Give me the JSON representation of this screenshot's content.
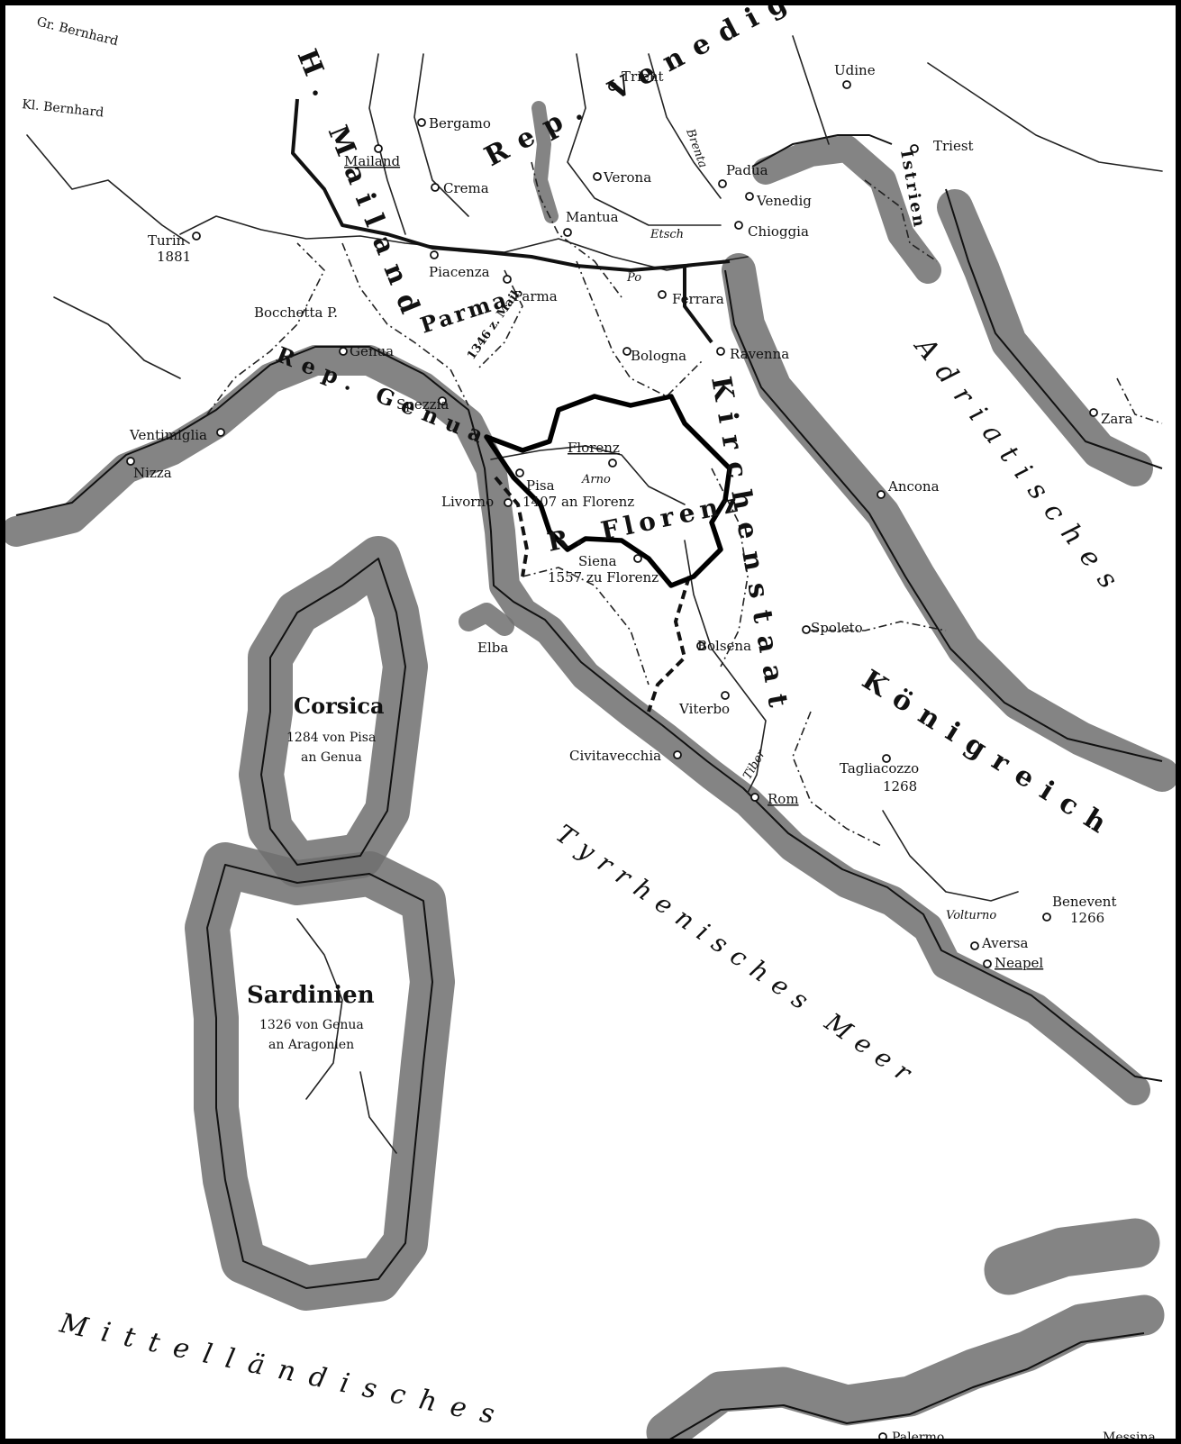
{
  "map": {
    "labels": {
      "gr_bernhard": "Gr. Bernhard",
      "kl_bernhard": "Kl. Bernhard",
      "trient": "Trient",
      "udine": "Udine",
      "triest": "Triest",
      "istrien": "Istrien",
      "bergamo": "Bergamo",
      "mailand": "Mailand",
      "crema": "Crema",
      "verona": "Verona",
      "padua": "Padua",
      "venedig": "Venedig",
      "chioggia": "Chioggia",
      "mantua": "Mantua",
      "etsch": "Etsch",
      "brenta": "Brenta",
      "turin": "Turin",
      "turin_year": "1881",
      "piacenza": "Piacenza",
      "parma_city": "Parma",
      "po": "Po",
      "ferrara": "Ferrara",
      "bocchetta": "Bocchetta P.",
      "genua": "Genua",
      "bologna": "Bologna",
      "ravenna": "Ravenna",
      "spezzia": "Spezzia",
      "ventimiglia": "Ventimiglia",
      "nizza": "Nizza",
      "florenz": "Florenz",
      "arno": "Arno",
      "pisa": "Pisa",
      "pisa_note": "1407 an Florenz",
      "livorno": "Livorno",
      "siena": "Siena",
      "siena_note": "1557 zu Florenz",
      "ancona": "Ancona",
      "zara": "Zara",
      "elba": "Elba",
      "bolsena": "Bolsena",
      "spoleto": "Spoleto",
      "viterbo": "Viterbo",
      "civitavecchia": "Civitavecchia",
      "tiber": "Tiber",
      "tagliacozzo": "Tagliacozzo",
      "tagliacozzo_year": "1268",
      "rom": "Rom",
      "volturno": "Volturno",
      "benevent": "Benevent",
      "benevent_year": "1266",
      "aversa": "Aversa",
      "neapel": "Neapel",
      "palermo": "Palermo",
      "messina": "Messina",
      "corsica": "Corsica",
      "corsica_note1": "1284 von Pisa",
      "corsica_note2": "an Genua",
      "sardinien": "Sardinien",
      "sardinien_note1": "1326 von Genua",
      "sardinien_note2": "an Aragonien"
    },
    "regions": {
      "mailand_region": "H. Mailand",
      "rep_venedig": "Rep. Venedig",
      "parma_region": "Parma",
      "parma_note": "1346 z. Mail.",
      "rep_genua": "Rep. Genua",
      "rep_florenz": "R. Florenz",
      "kirchenstaat": "Kirchenstaat",
      "koenigreich": "Königreich"
    },
    "seas": {
      "adriatisches": "Adriatisches",
      "tyrrhenisches": "Tyrrhenisches Meer",
      "mittellaendisches": "Mittelländisches"
    }
  }
}
